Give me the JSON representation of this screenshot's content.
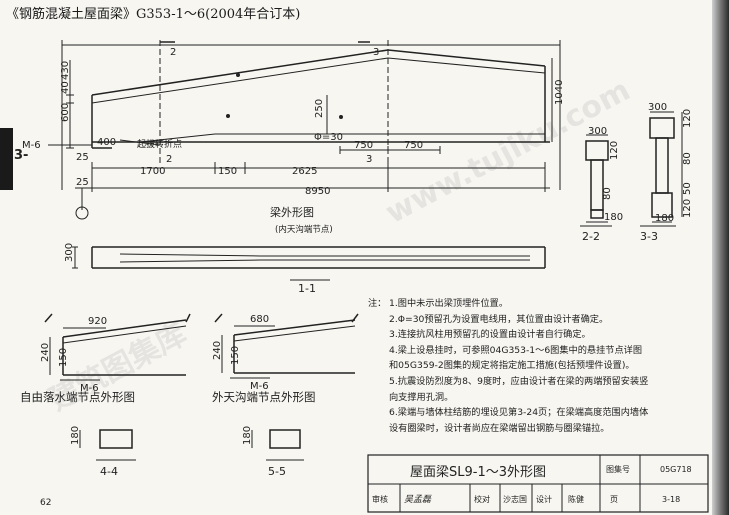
{
  "header": {
    "title": "《钢筋混凝土屋面梁》G353-1～6(2004年合订本)",
    "side_mark": "3-"
  },
  "page_number": "62",
  "drawing": {
    "beam_elevation": {
      "caption": "梁外形图",
      "subcaption": "(内天沟端节点)",
      "dims_bottom": [
        "1700",
        "150",
        "2625"
      ],
      "total_length": "8950",
      "dims_right_top": [
        "750",
        "750"
      ],
      "left_heights": [
        "600",
        "40",
        "430"
      ],
      "right_height": "1040",
      "small_dims": [
        "25",
        "25"
      ],
      "mid_height": "250",
      "hole_dim": "Φ=30",
      "end_dim": "400",
      "annotation_m6": "M-6",
      "annotation_bend": "起拔转折点",
      "section_marks": [
        "2",
        "3",
        "2",
        "3"
      ]
    },
    "section_1_1": {
      "caption": "1-1",
      "height": "300"
    },
    "section_2_2": {
      "caption": "2-2",
      "dims": [
        "300",
        "120",
        "80",
        "180"
      ]
    },
    "section_3_3": {
      "caption": "3-3",
      "dims": [
        "300",
        "120",
        "80",
        "50",
        "120",
        "180"
      ]
    },
    "node_drain": {
      "caption": "自由落水端节点外形图",
      "dims": [
        "920",
        "240",
        "150"
      ],
      "annotation": "M-6"
    },
    "node_gutter": {
      "caption": "外天沟端节点外形图",
      "dims": [
        "680",
        "240",
        "150"
      ],
      "annotation": "M-6"
    },
    "section_4_4": {
      "caption": "4-4",
      "dims": [
        "180"
      ]
    },
    "section_5_5": {
      "caption": "5-5",
      "dims": [
        "180"
      ]
    }
  },
  "notes": {
    "label": "注：",
    "items": [
      "1.图中未示出梁顶埋件位置。",
      "2.Φ=30预留孔为设置电线用，其位置由设计者确定。",
      "3.连接抗风柱用预留孔的设置由设计者自行确定。",
      "4.梁上设悬挂时，可参照04G353-1～6图集中的悬挂节点详图",
      "和05G359-2图集的规定将指定施工措施(包括预埋件设置)。",
      "5.抗震设防烈度为8、9度时，应由设计者在梁的两端预留安装竖",
      "向支撑用孔洞。",
      "6.梁端与墙体柱结筋的埋设见第3-24页；在梁端高度范围内墙体",
      "设有圈梁时，设计者尚应在梁端留出钢筋与圈梁锚拉。"
    ]
  },
  "title_block": {
    "title": "屋面梁SL9-1～3外形图",
    "atlas_label": "图集号",
    "atlas_number": "05G718",
    "page_label": "页",
    "page_value": "3-18",
    "review_label": "审核",
    "review_name": "吴孟磊",
    "check_label": "校对",
    "check_name": "沙志国",
    "design_label": "设计",
    "design_name": "陈健"
  },
  "watermark": {
    "text_cn": "建筑图集库",
    "text_en": "www.tujiku.com"
  }
}
